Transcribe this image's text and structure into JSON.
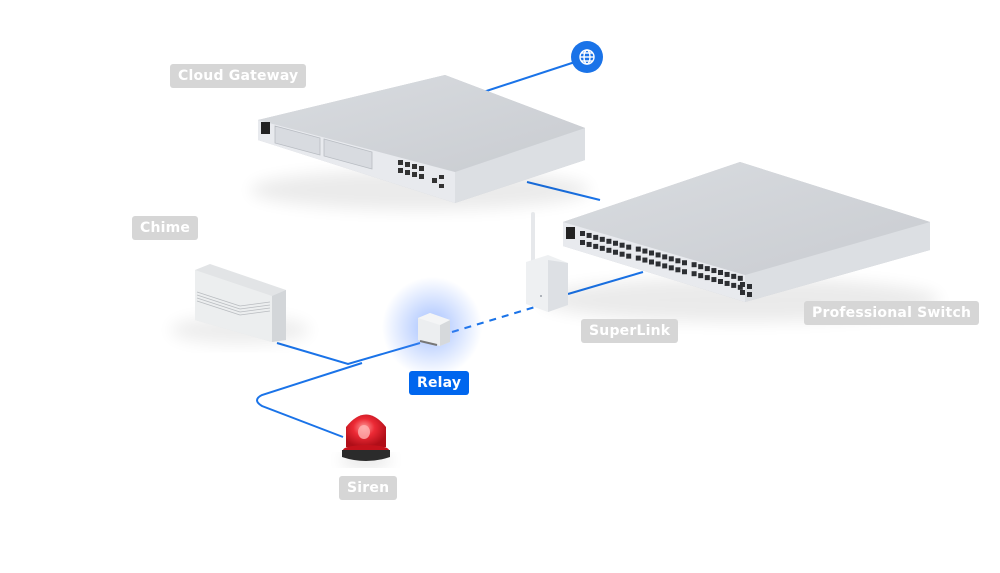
{
  "diagram": {
    "title": "UniFi Access network topology",
    "colors": {
      "link": "#1a73e8",
      "label_bg": "#d6d6d6",
      "label_active_bg": "#0066ee",
      "label_text": "#ffffff",
      "device_body": "#e3e5e8",
      "siren_red": "#e0202a"
    },
    "nodes": {
      "internet": {
        "label": "Internet",
        "icon": "globe-icon"
      },
      "cloud_gateway": {
        "label": "Cloud Gateway"
      },
      "professional_switch": {
        "label": "Professional Switch"
      },
      "superlink": {
        "label": "SuperLink"
      },
      "chime": {
        "label": "Chime"
      },
      "relay": {
        "label": "Relay",
        "selected": true
      },
      "siren": {
        "label": "Siren"
      }
    },
    "links": [
      {
        "from": "internet",
        "to": "cloud_gateway",
        "style": "solid"
      },
      {
        "from": "cloud_gateway",
        "to": "professional_switch",
        "style": "solid"
      },
      {
        "from": "professional_switch",
        "to": "superlink",
        "style": "solid"
      },
      {
        "from": "superlink",
        "to": "relay",
        "style": "dashed"
      },
      {
        "from": "relay",
        "to": "chime",
        "style": "solid"
      },
      {
        "from": "relay",
        "to": "siren",
        "style": "solid"
      }
    ]
  }
}
